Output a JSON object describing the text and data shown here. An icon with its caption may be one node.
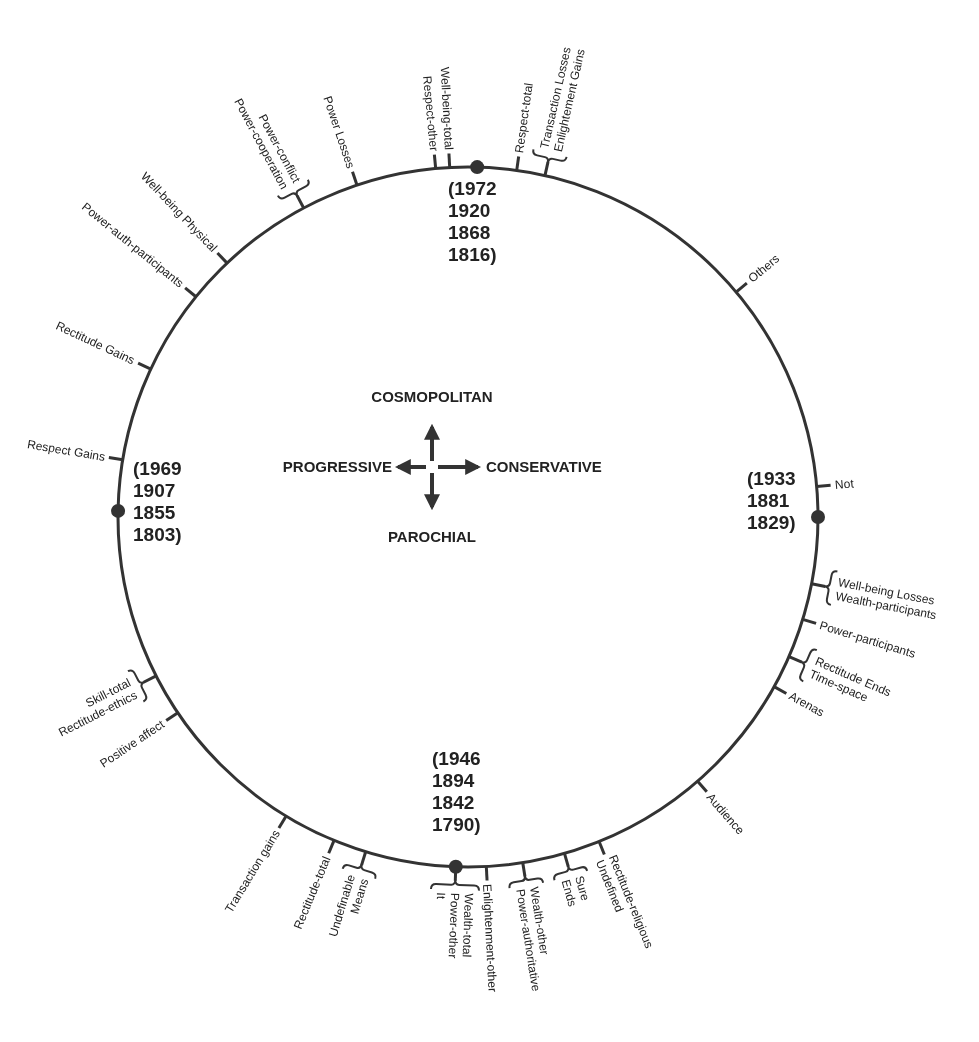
{
  "diagram": {
    "labels": [
      "Power-conflict",
      "Power-cooperation",
      "Power Losses",
      "Respect-other",
      "Well-being-total",
      "Respect-total",
      "Transaction Losses",
      "Enlightement Gains",
      "Well-being Physical",
      "Power-auth-participants",
      "(1972 1920 1868 1816)",
      "Others",
      "Rectitude Gains",
      "Respect Gains",
      "(1969 1907 1855 1803)",
      "COSMOPOLITAN",
      "PROGRESSIVE",
      "CONSERVATIVE",
      "(1933 1881 1829)",
      "Not",
      "PAROCHIAL",
      "Well-being Losses",
      "Wealth-participants",
      "Power-participants",
      "Skill-total",
      "Rectitude-ethics",
      "Rectitude Ends",
      "Time-space",
      "Arenas",
      "Positive affect",
      "(1946 1894 1842 1790)",
      "Audience",
      "Transaction gains",
      "Rectitude-total",
      "Undefinable",
      "Means",
      "It",
      "Power-other",
      "Wealth-total",
      "Enlightenment-other",
      "Power-authoritative",
      "Wealth-other",
      "Ends",
      "Sure",
      "Undefined",
      "Rectitude-religious"
    ]
  }
}
